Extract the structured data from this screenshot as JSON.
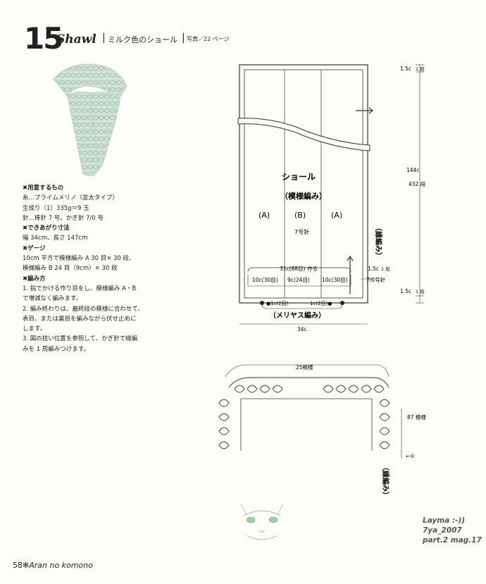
{
  "header": {
    "number": "15",
    "title_en": "Shawl",
    "sep": "|",
    "title_jp": "ミルク色のショール",
    "photo_ref": "写真／22 ページ"
  },
  "materials": {
    "tools_heading": "✖用意するもの",
    "yarn": "糸…プライムメリノ（並太タイプ）",
    "color_amount": "生成り（1）335g＝9 玉",
    "needles": "針…棒針 7 号。かぎ針 7/0 号",
    "size_heading": "✖できあがり寸法",
    "size": "幅 34cm、長さ 147cm",
    "gauge_heading": "✖ゲージ",
    "gauge_1": "10cm 平方で模様編み A 30 目× 30 段、",
    "gauge_2": "模様編み B 24 目（9cm）× 30 段",
    "method_heading": "✖編み方",
    "step1a": "1. 指でかける作り目をし、模様編み A・B",
    "step1b": "で増減なく編みます。",
    "step2a": "2. 編み終わりは、最終段の模様に合わせて、",
    "step2b": "表目、または裏目を編みながら伏せ止めに",
    "step2c": "します。",
    "step3a": "3. 図の拾い位置を参照して、かぎ針で縁編",
    "step3b": "みを 1 周編みつけます。"
  },
  "diagram": {
    "shawl_label": "ショール",
    "pattern_label": "（模様編み）",
    "col_a1": "(A)",
    "col_b": "(B)",
    "col_a2": "(A)",
    "needle_size": "7号針",
    "edge_label": "（縁編み）",
    "cast_on": "31c(88目) 作る",
    "sec_a1": "10c(30目)",
    "sec_b": "9c(24目)",
    "sec_a2": "10c(30目)",
    "edge_dim": "1.5c",
    "edge_rows": "1 段",
    "hook_size": "7/0号針",
    "st1": "●1c(2目)",
    "st2": "1c(2目)●",
    "stockinette": "（メリヤス編み）",
    "width": "34c",
    "top_dim": "1.5c",
    "top_rows": "1 段",
    "length": "144c",
    "length_rows": "432 段",
    "bottom_dim": "1.5c",
    "bottom_rows": "1 段"
  },
  "edging": {
    "repeat_top": "25模様",
    "repeat_side": "87 模様",
    "round": "←①",
    "edge_label": "（縁編み）"
  },
  "footer": {
    "page": "58",
    "book": "✻Aran no komono"
  },
  "watermark": {
    "line1": "Layma :-))",
    "line2": "7ya_2007",
    "line3": "part.2 mag.17"
  }
}
